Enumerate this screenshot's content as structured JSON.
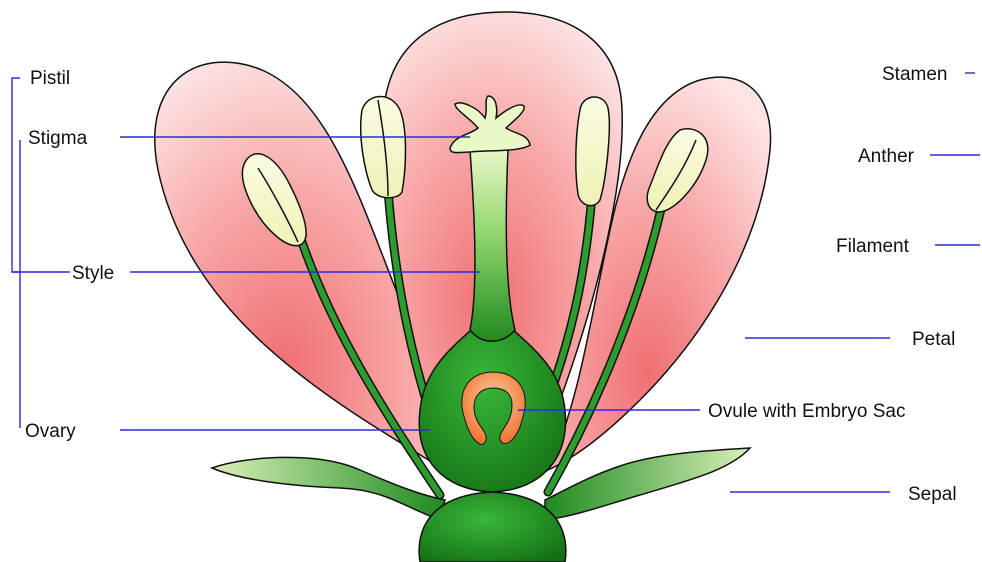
{
  "labels": {
    "pistil": "Pistil",
    "stigma": "Stigma",
    "style": "Style",
    "ovary": "Ovary",
    "stamen": "Stamen",
    "anther": "Anther",
    "filament": "Filament",
    "petal": "Petal",
    "ovule": "Ovule with Embryo Sac",
    "sepal": "Sepal"
  },
  "colors": {
    "leader_line": "#2b2bdc",
    "bracket": "#2b2bdc",
    "petal_light": "#fde3e3",
    "petal_mid": "#f8a9a9",
    "petal_deep": "#f06f72",
    "green_dark": "#1f7a1f",
    "green_mid": "#2e9b2e",
    "green_light": "#8fd56a",
    "anther": "#f6f7c6",
    "ovule": "#f58a4a",
    "outline": "#111111"
  }
}
